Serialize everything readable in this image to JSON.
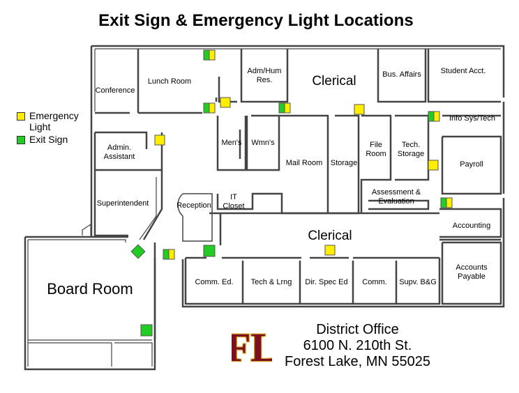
{
  "title": "Exit Sign & Emergency Light Locations",
  "legend": {
    "items": [
      {
        "label": "Emergency Light",
        "color": "#ffee00"
      },
      {
        "label": "Exit Sign",
        "color": "#22cc22"
      }
    ]
  },
  "rooms": {
    "conference": "Conference",
    "lunch_room": "Lunch Room",
    "adm_hum_res": "Adm/Hum Res.",
    "clerical_top": "Clerical",
    "bus_affairs": "Bus. Affairs",
    "student_acct": "Student Acct.",
    "info_sys_tech": "Info Sys/Tech",
    "admin_assistant": "Admin. Assistant",
    "mens": "Men's",
    "wmns": "Wmn's",
    "mail_room": "Mail Room",
    "storage": "Storage",
    "file_room": "File Room",
    "tech_storage": "Tech. Storage",
    "payroll": "Payroll",
    "assessment": "Assessment & Evaluation",
    "superintendent": "Superintendent",
    "reception": "Reception",
    "it_closet": "IT Closet",
    "clerical_bottom": "Clerical",
    "accounting": "Accounting",
    "board_room": "Board Room",
    "comm_ed": "Comm. Ed.",
    "tech_lrng": "Tech & Lrng",
    "dir_spec_ed": "Dir. Spec Ed",
    "comm": "Comm.",
    "supv_bg": "Supv. B&G",
    "accounts_payable": "Accounts Payable"
  },
  "address": {
    "line1": "District Office",
    "line2": "6100 N. 210th St.",
    "line3": "Forest Lake, MN  55025"
  },
  "logo": {
    "text": "FL",
    "color": "#7a1020",
    "accent": "#d4a020"
  },
  "colors": {
    "emergency_light": "#ffee00",
    "exit_sign": "#22cc22",
    "wall": "#333333"
  }
}
